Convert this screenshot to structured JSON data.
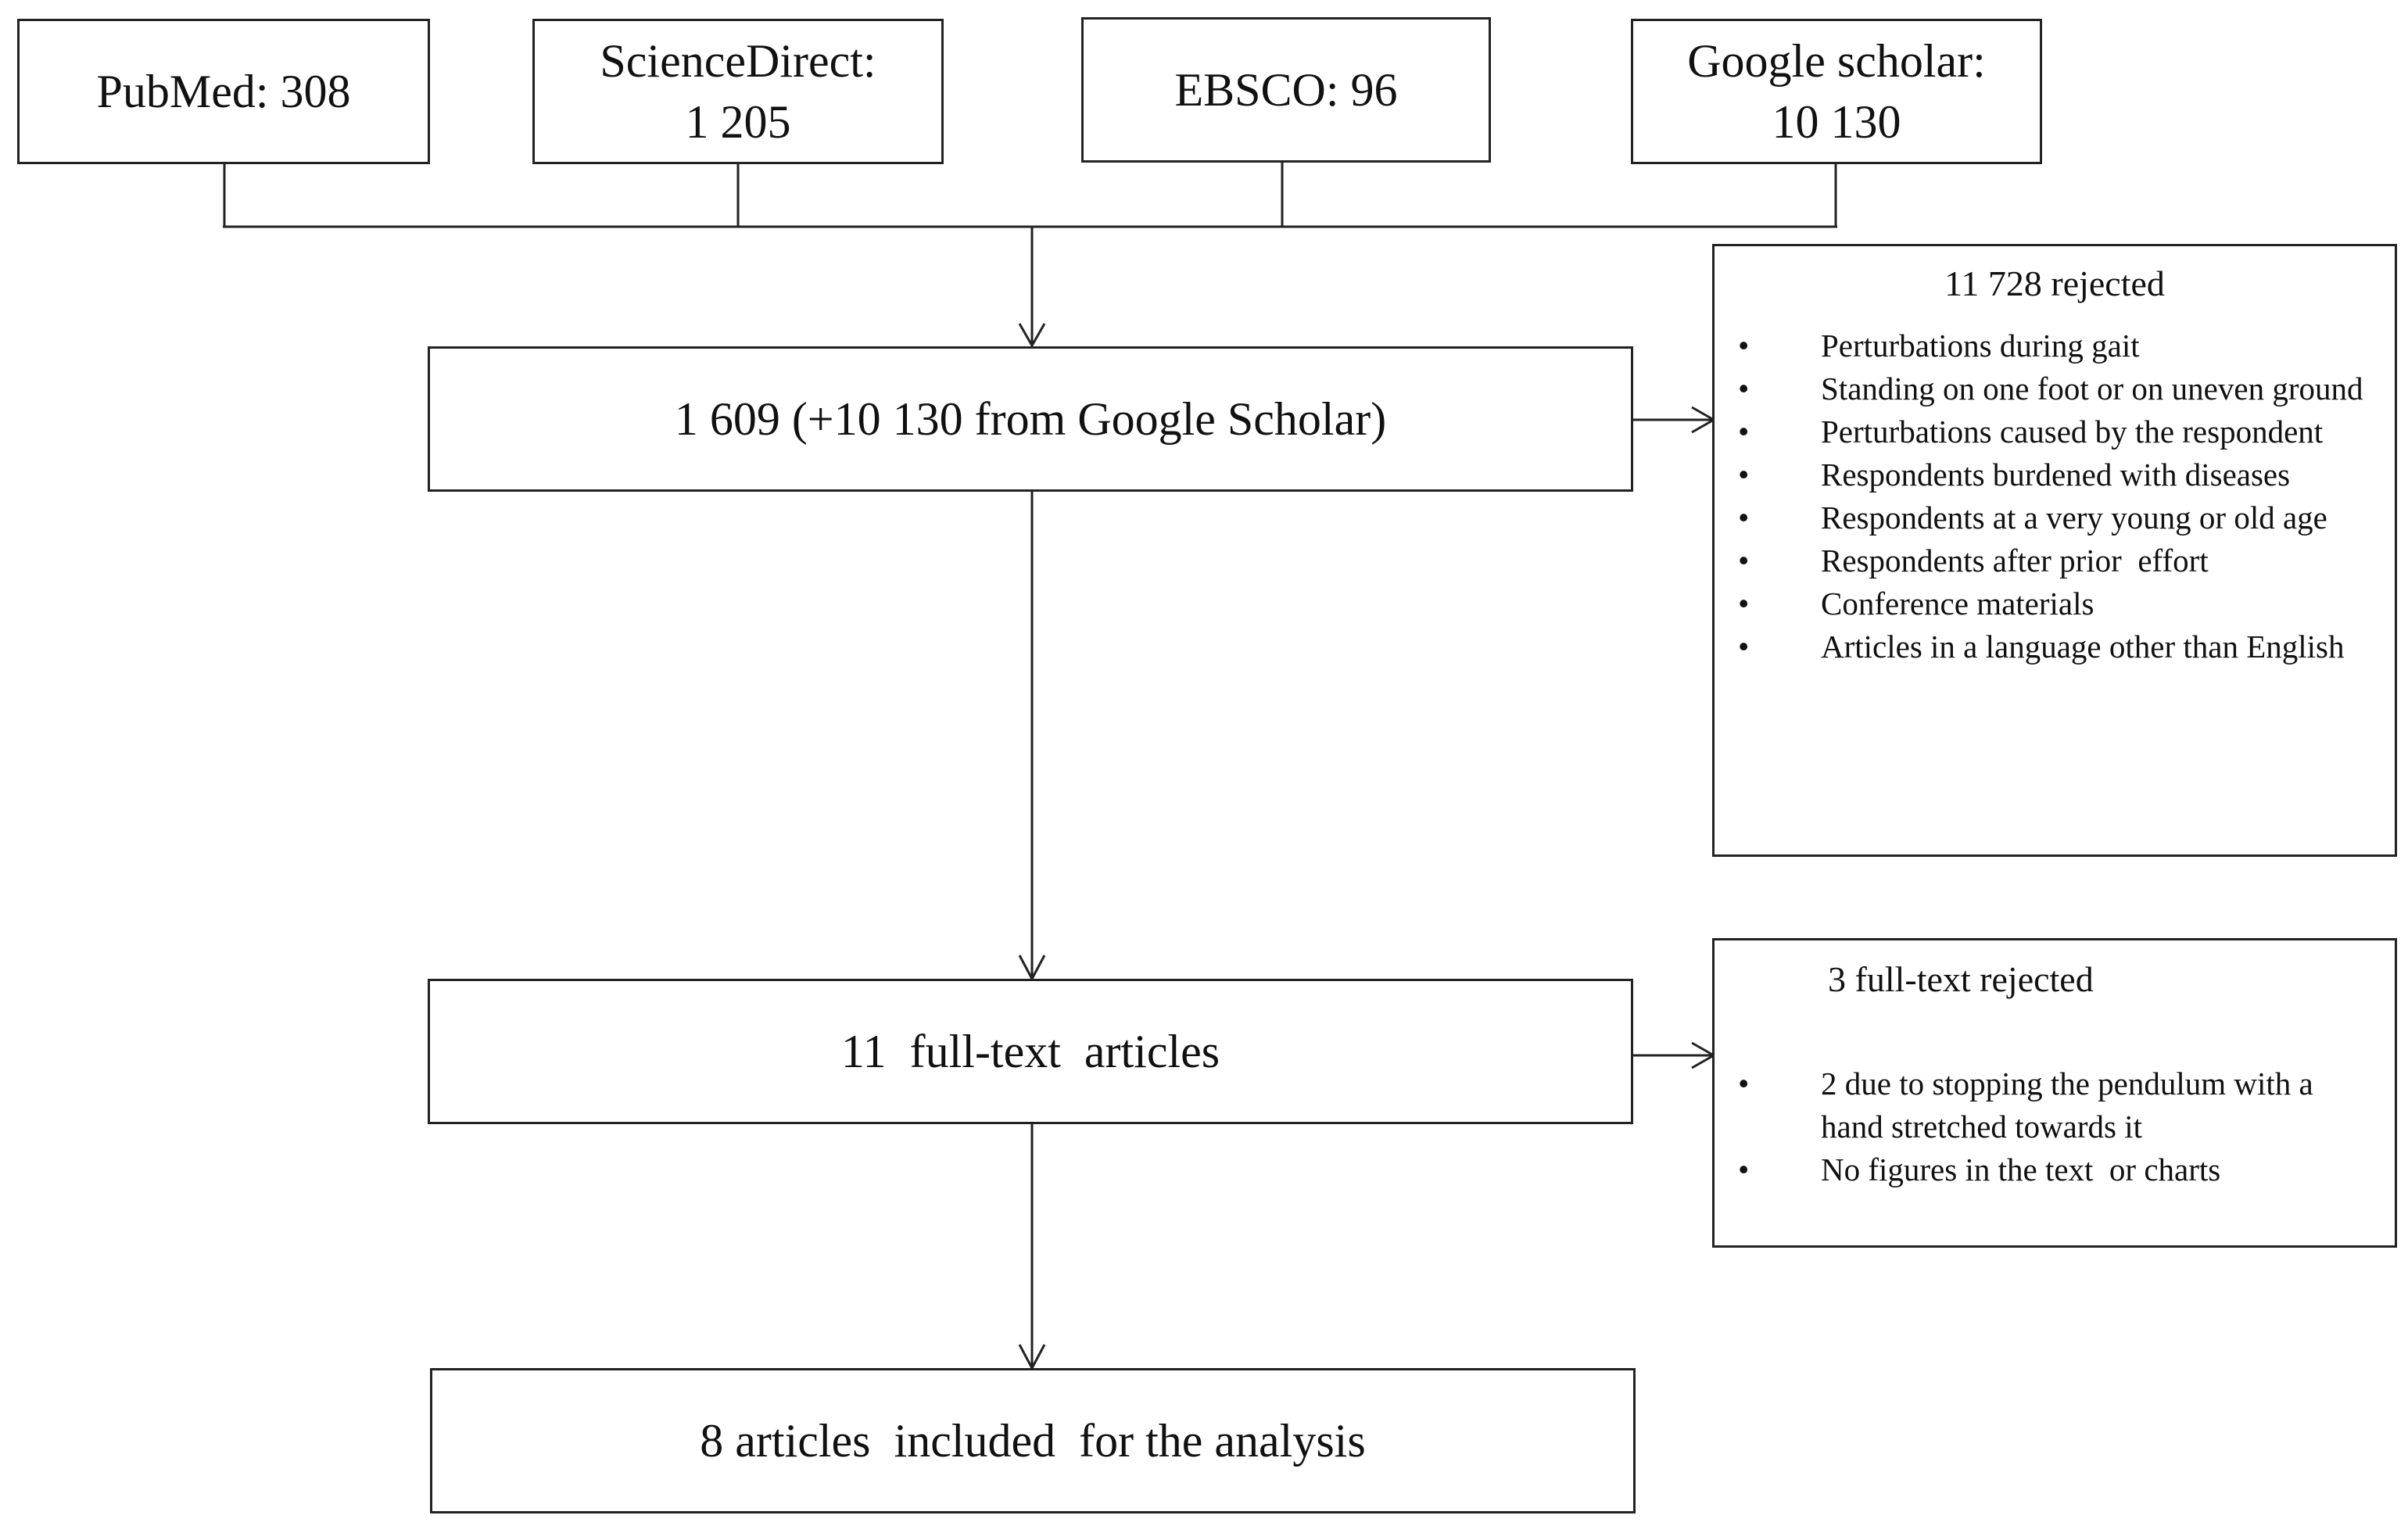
{
  "sources": [
    {
      "line1": "PubMed: 308",
      "line2": ""
    },
    {
      "line1": "ScienceDirect:",
      "line2": "1 205"
    },
    {
      "line1": "EBSCO: 96",
      "line2": ""
    },
    {
      "line1": "Google scholar:",
      "line2": "10 130"
    }
  ],
  "screening": {
    "label": "1 609 (+10 130 from Google Scholar)"
  },
  "rejected_screening": {
    "title": "11 728 rejected",
    "items": [
      "Perturbations during gait",
      "Standing on one foot or on uneven ground",
      "Perturbations caused by the respondent",
      "Respondents burdened with diseases",
      "Respondents at a very young or old age",
      "Respondents after prior  effort",
      "Conference materials",
      "Articles in a language other than English"
    ]
  },
  "fulltext": {
    "label": "11  full-text  articles"
  },
  "rejected_fulltext": {
    "title": "3 full-text rejected",
    "items": [
      "2 due to stopping the pendulum with a hand stretched towards it",
      "No figures in the text  or charts"
    ]
  },
  "included": {
    "label": "8 articles  included  for the analysis"
  }
}
